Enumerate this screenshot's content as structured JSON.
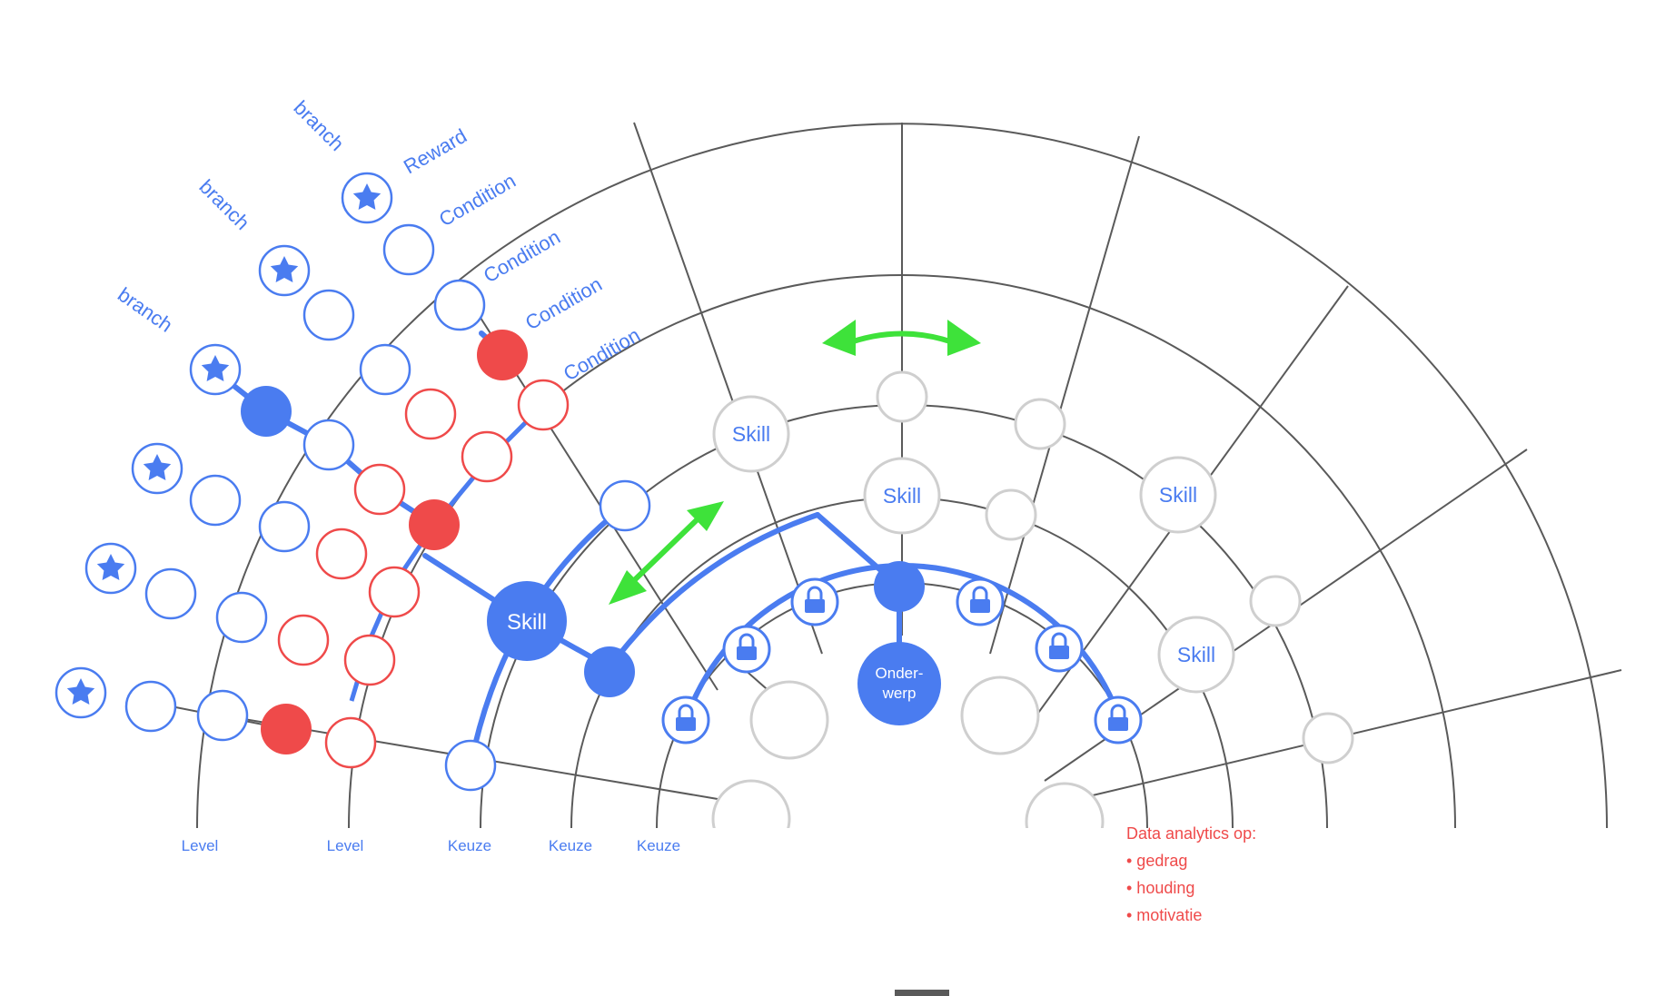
{
  "colors": {
    "accent_blue": "#4a7cf0",
    "alert_red": "#ef4a4a",
    "arrow_green": "#3ee23a",
    "grid_gray": "#5a5a5a",
    "node_gray": "#cfcfcf"
  },
  "left_labels": {
    "branch_1": "branch",
    "branch_2": "branch",
    "branch_3": "branch",
    "reward": "Reward",
    "condition_1": "Condition",
    "condition_2": "Condition",
    "condition_3": "Condition",
    "condition_4": "Condition"
  },
  "nodes": {
    "skill_center": "Skill",
    "skill_upper_left": "Skill",
    "skill_upper_mid": "Skill",
    "skill_right_upper": "Skill",
    "skill_right_lower": "Skill",
    "onderwerp_line1": "Onder-",
    "onderwerp_line2": "werp"
  },
  "icons": {
    "star": "star-icon",
    "lock": "lock-icon",
    "double_arrow": "double-arrow-icon"
  },
  "axis_labels": {
    "level_1": "Level",
    "level_2": "Level",
    "keuze_1": "Keuze",
    "keuze_2": "Keuze",
    "keuze_3": "Keuze"
  },
  "analytics": {
    "title": "Data analytics op:",
    "items": [
      "• gedrag",
      "• houding",
      "• motivatie"
    ]
  }
}
